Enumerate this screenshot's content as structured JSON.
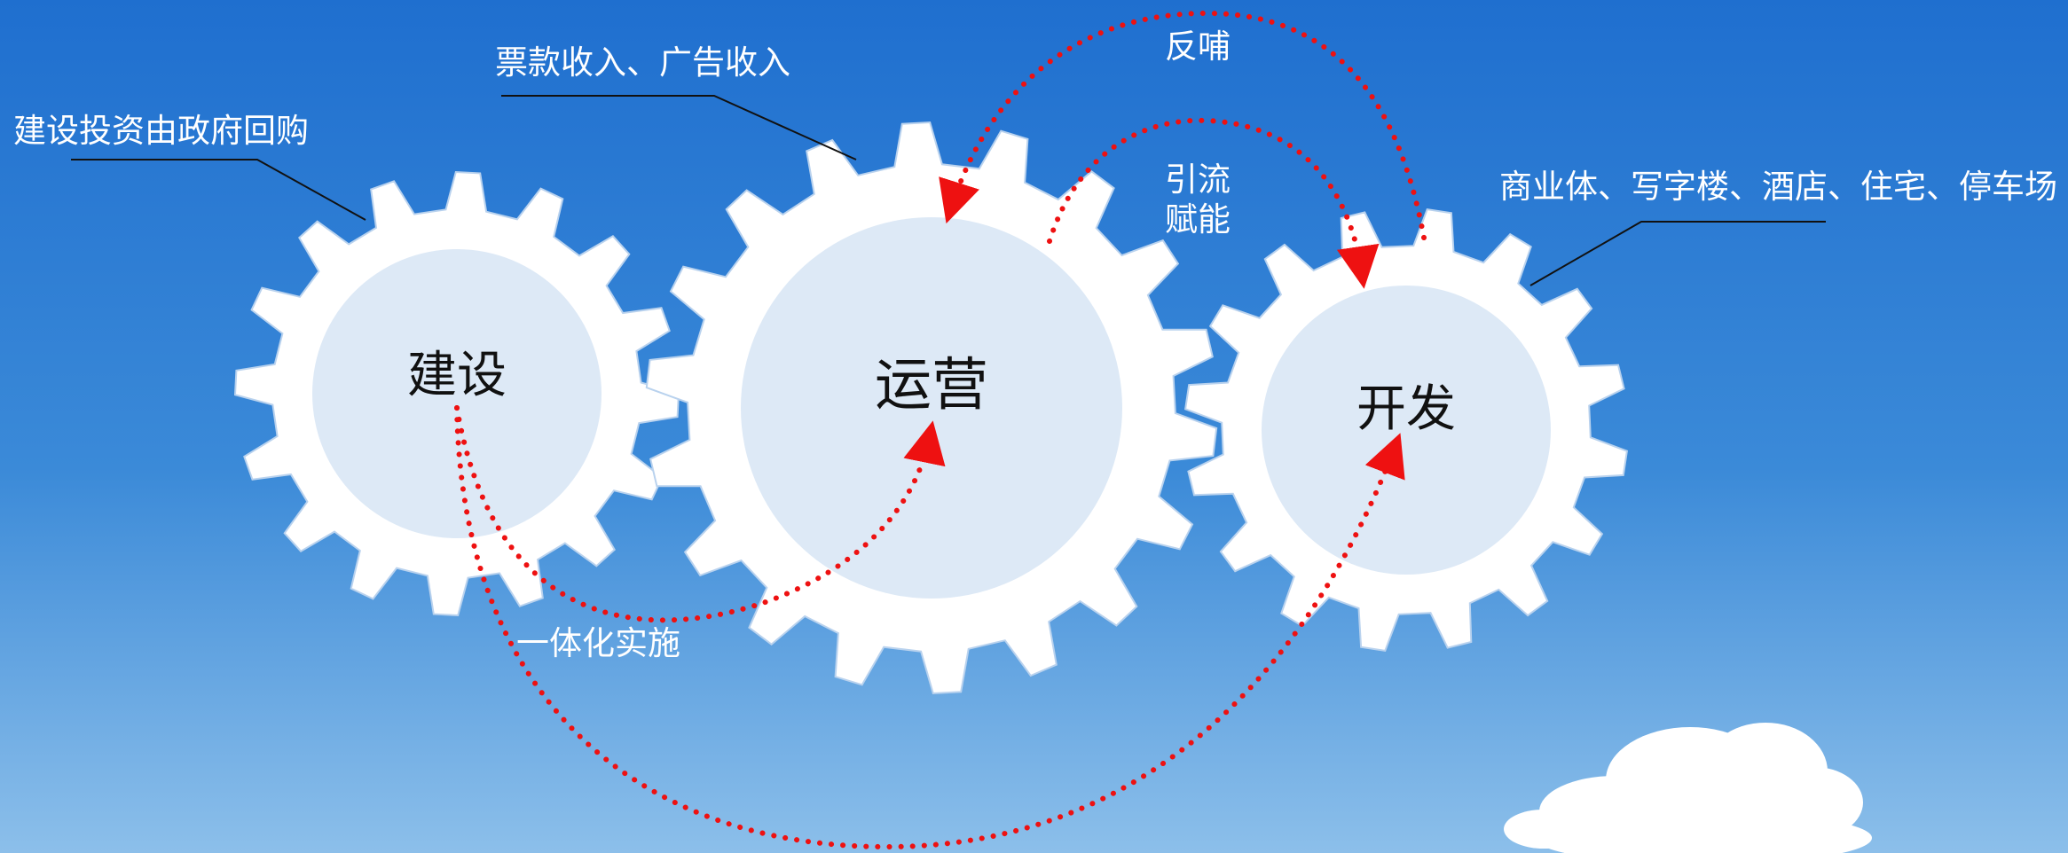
{
  "gears": {
    "construction": {
      "label": "建设"
    },
    "operation": {
      "label": "运营"
    },
    "development": {
      "label": "开发"
    }
  },
  "annotations": {
    "government_buyback": "建设投资由政府回购",
    "revenue": "票款收入、广告收入",
    "property_types": "商业体、写字楼、酒店、住宅、停车场",
    "feedback": "反哺",
    "traffic_line1": "引流",
    "traffic_line2": "赋能",
    "integration": "一体化实施"
  },
  "colors": {
    "sky_top": "#1f6fcf",
    "sky_bottom": "#7fb6e8",
    "gear": "#ffffff",
    "gear_hub": "#dde9f6",
    "arrow": "#ee1111",
    "text_light": "#ffffff",
    "text_dark": "#111111"
  }
}
